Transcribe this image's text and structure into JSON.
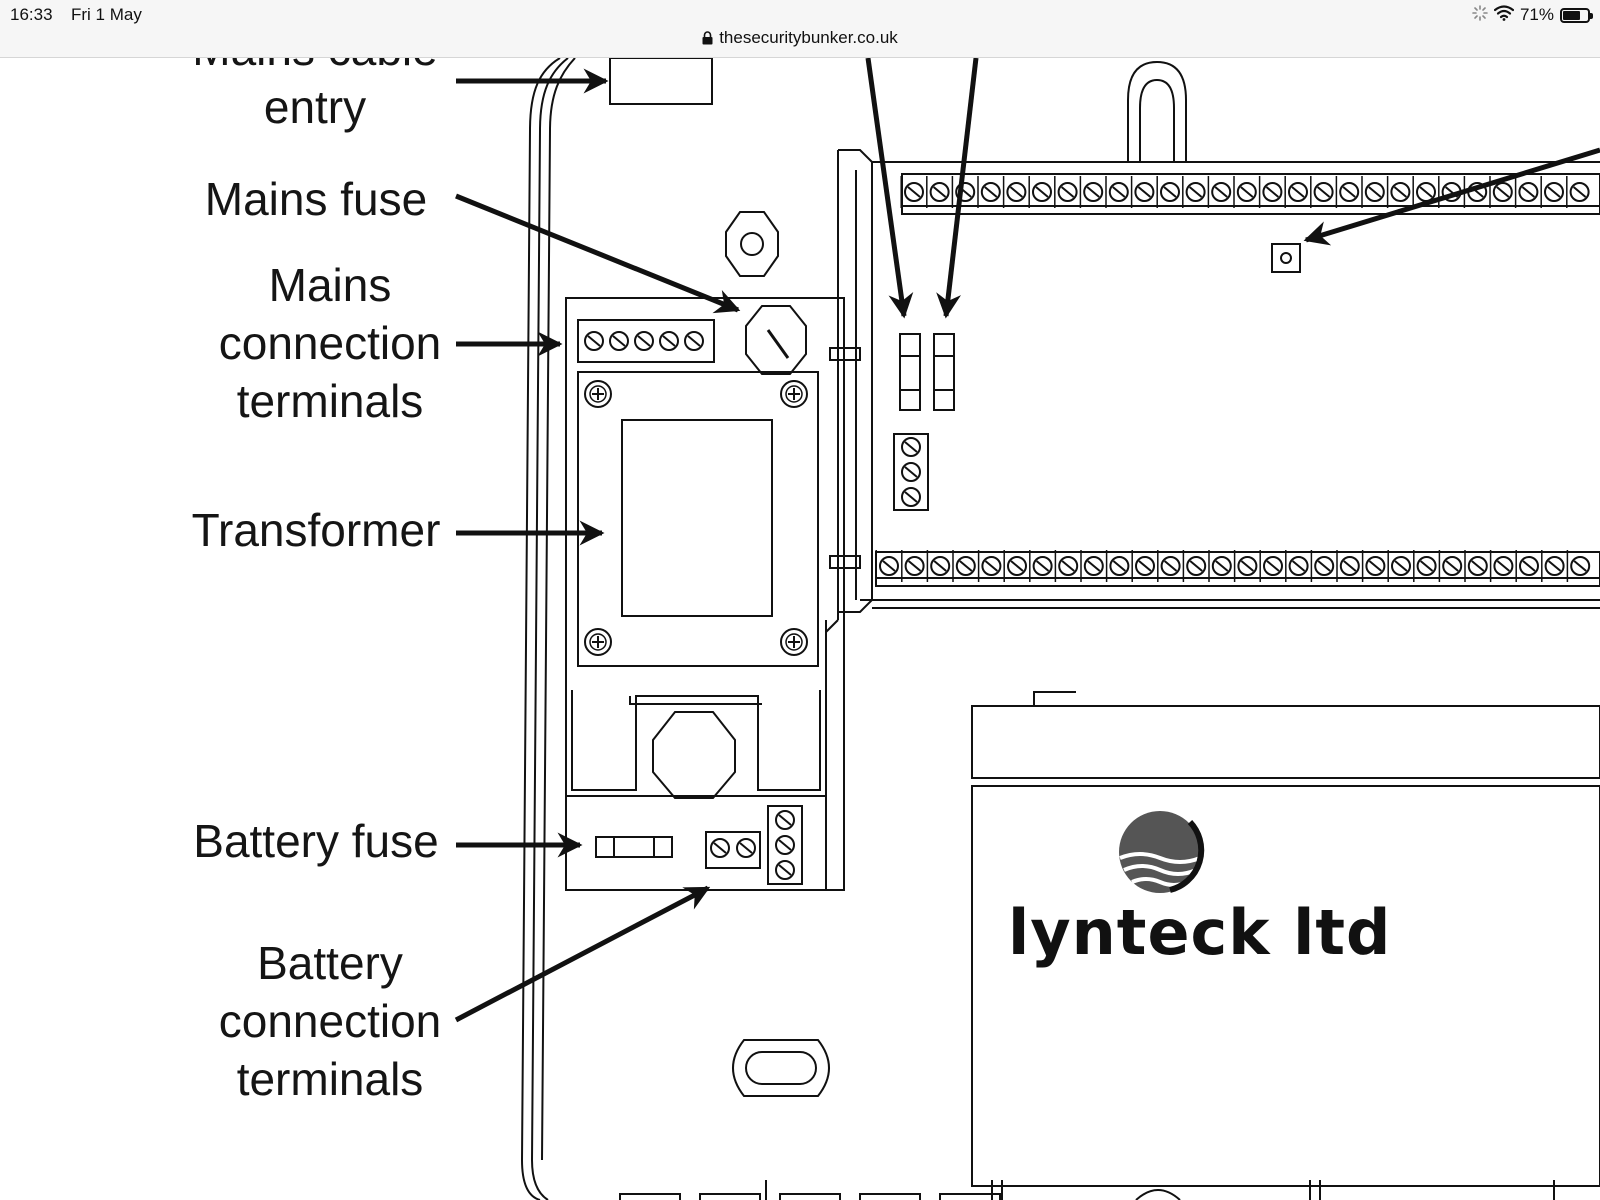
{
  "status_bar": {
    "time": "16:33",
    "date": "Fri 1 May",
    "url": "thesecuritybunker.co.uk",
    "battery_percent": "71%",
    "battery_level": 0.71,
    "icons": [
      "activity-spinner-icon",
      "wifi-icon",
      "battery-icon",
      "lock-icon"
    ]
  },
  "diagram": {
    "labels": {
      "mains_cable_entry": "Mains cable entry",
      "mains_fuse": "Mains fuse",
      "mains_connection_terminals_1": "Mains",
      "mains_connection_terminals_2": "connection",
      "mains_connection_terminals_3": "terminals",
      "transformer": "Transformer",
      "battery_fuse": "Battery fuse",
      "battery_connection_terminals_1": "Battery",
      "battery_connection_terminals_2": "connection",
      "battery_connection_terminals_3": "terminals"
    },
    "brand_logo_text": "lynteck ltd"
  },
  "colors": {
    "line": "#111111",
    "status_bar_bg": "#f6f6f6",
    "page_bg": "#ffffff"
  }
}
